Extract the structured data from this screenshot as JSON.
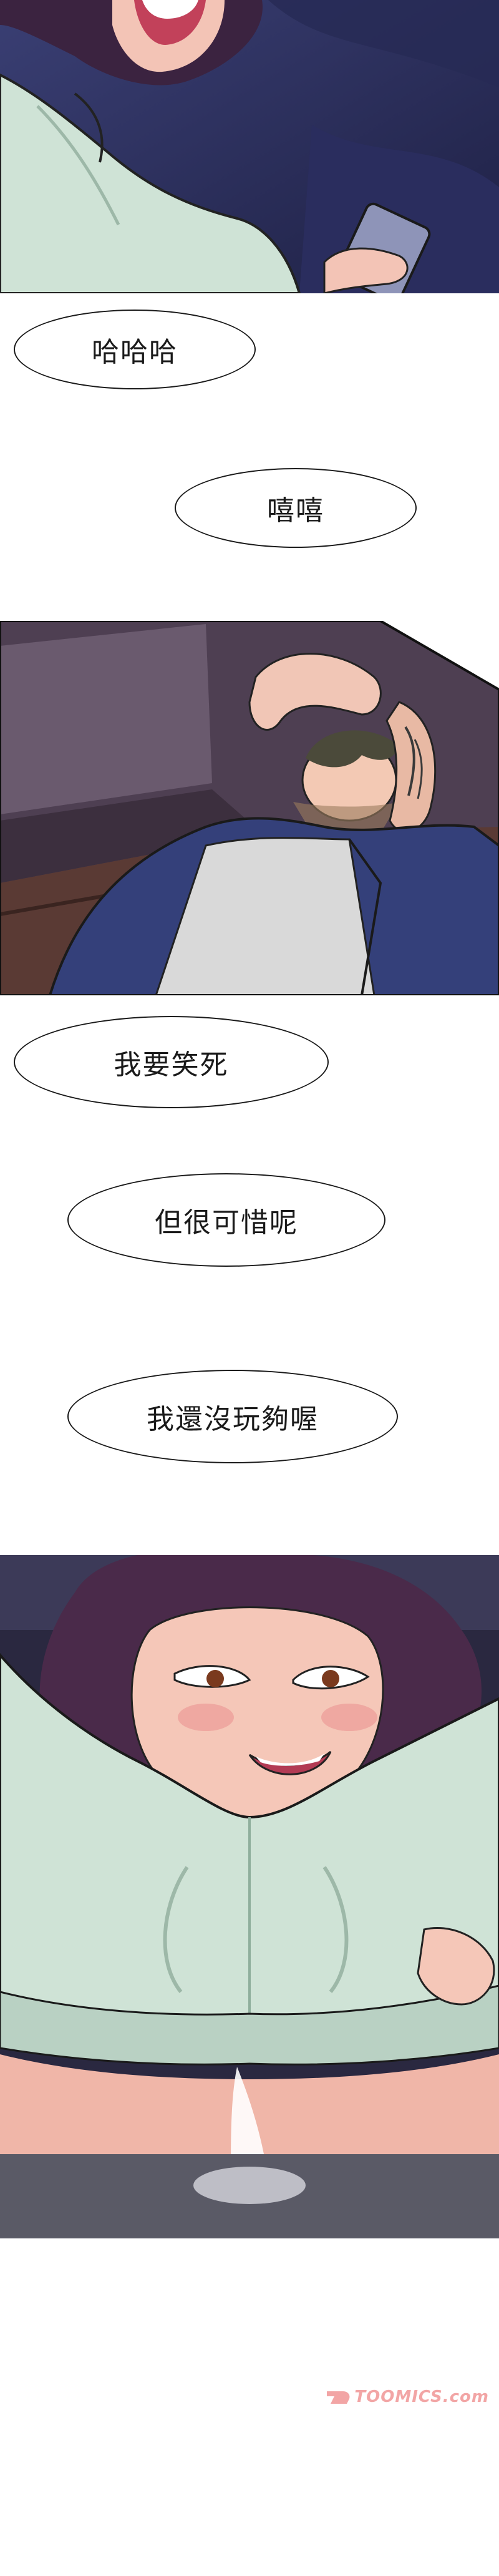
{
  "dialogue": [
    {
      "id": "b1",
      "text": "哈哈哈"
    },
    {
      "id": "b2",
      "text": "嘻嘻"
    },
    {
      "id": "b3",
      "text": "我要笑死"
    },
    {
      "id": "b4",
      "text": "但很可惜呢"
    },
    {
      "id": "b5",
      "text": "我還沒玩夠喔"
    }
  ],
  "watermark": "TOOMICS.com",
  "colors": {
    "night_blue": "#2c2f5a",
    "dress_green": "#cfe3d6",
    "hair_purple": "#4a2a4a",
    "skin": "#f5c7b8",
    "room_purple": "#4e3f52",
    "sofa_brown": "#5a3a34",
    "shirt_blue": "#34407a",
    "logo_pink": "#f2a5a5"
  }
}
